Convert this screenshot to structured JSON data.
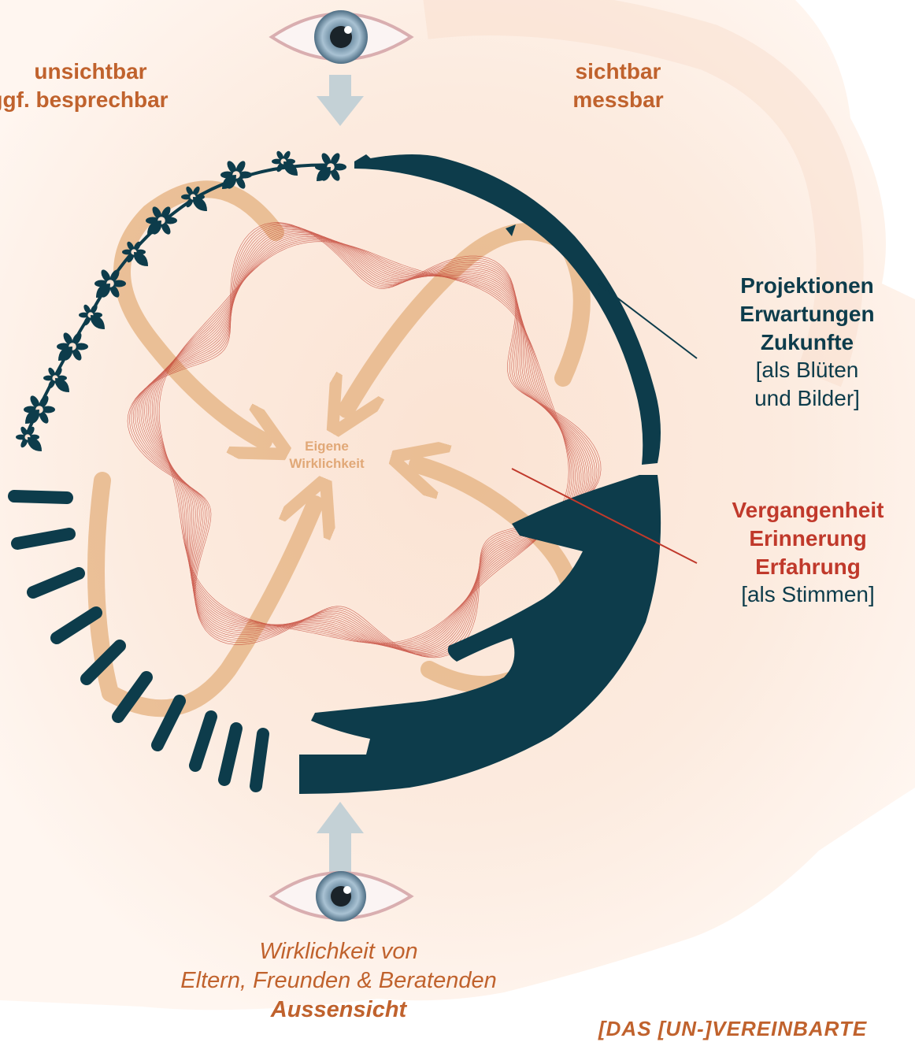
{
  "top_left": {
    "line1": "unsichtbar",
    "line2": "ggf. besprechbar"
  },
  "top_right": {
    "line1": "sichtbar",
    "line2": "messbar"
  },
  "right_upper": {
    "line1": "Projektionen",
    "line2": "Erwartungen",
    "line3": "Zukunfte",
    "line4": "[als Blüten",
    "line5": "und Bilder]"
  },
  "right_lower": {
    "line1": "Vergangenheit",
    "line2": "Erinnerung",
    "line3": "Erfahrung",
    "line4": "[als Stimmen]"
  },
  "center": {
    "line1": "Eigene",
    "line2": "Wirklichkeit"
  },
  "bottom": {
    "line1": "Wirklichkeit von",
    "line2": "Eltern, Freunden & Beratenden",
    "line3": "Aussensicht"
  },
  "footer": {
    "text": "[DAS [UN-]VEREINBARTE"
  },
  "colors": {
    "teal": "#0d3c4b",
    "orange": "#c0622d",
    "red": "#c0392b",
    "peach": "#e8b88a",
    "arrow_grey": "#c4d1d6"
  }
}
